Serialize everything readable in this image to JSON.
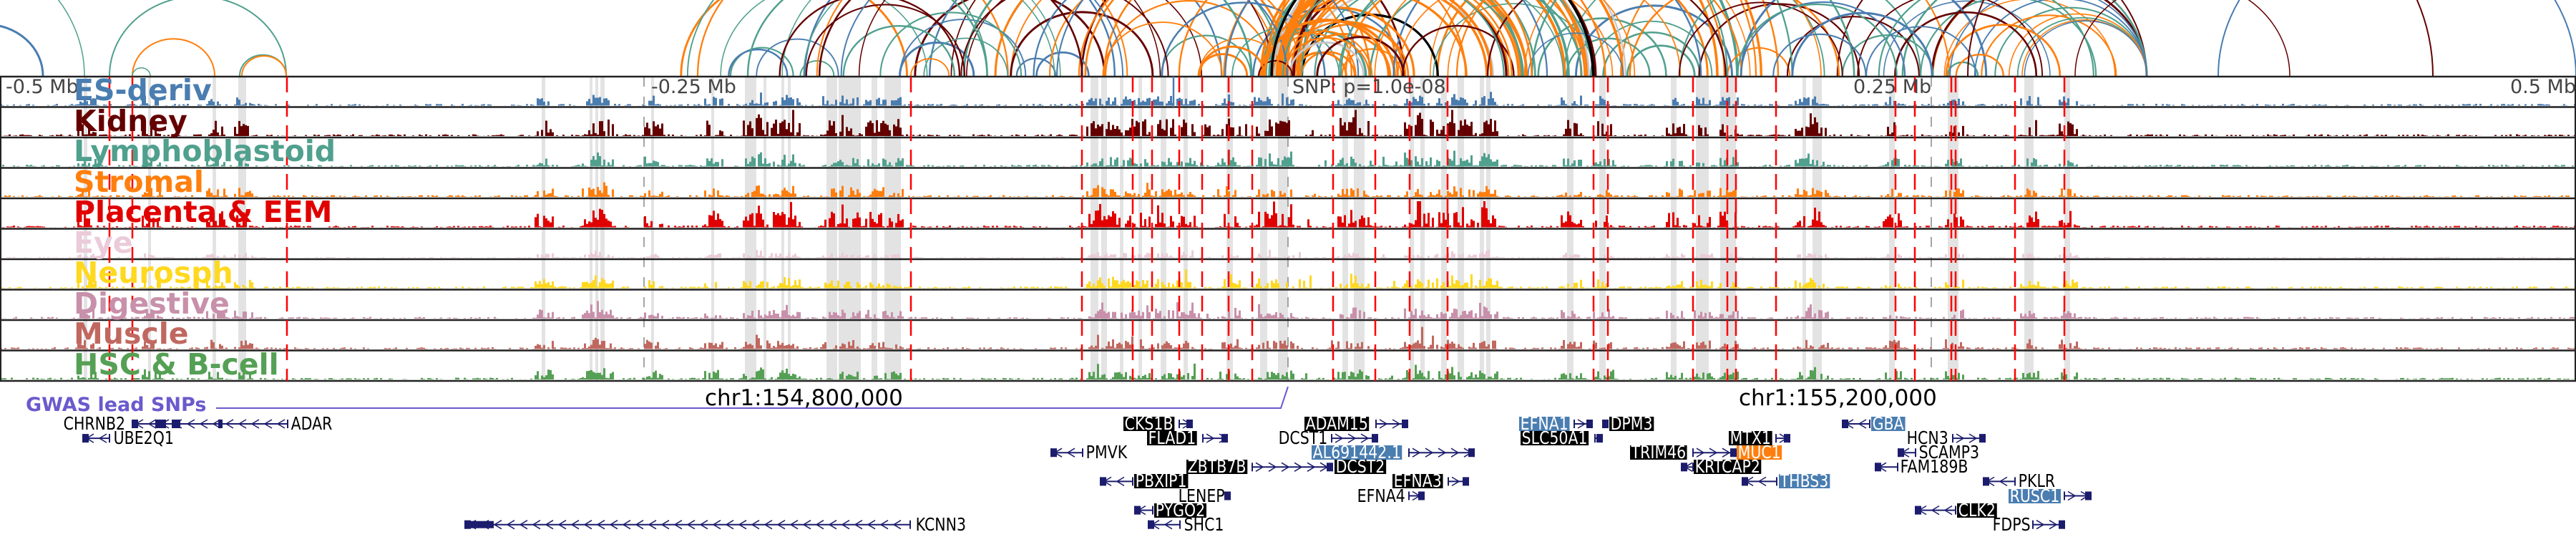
{
  "axis": {
    "left": "-0.5 Mb",
    "left_mid": "-0.25 Mb",
    "snp": "SNP: p=1.0e-08",
    "right_mid": "0.25 Mb",
    "right": "0.5 Mb"
  },
  "tracks": [
    {
      "label": "ES-deriv",
      "color": "#4a7db0"
    },
    {
      "label": "Kidney",
      "color": "#640000"
    },
    {
      "label": "Lymphoblastoid",
      "color": "#50a08e"
    },
    {
      "label": "Stromal",
      "color": "#ff7f0e"
    },
    {
      "label": "Placenta & EEM",
      "color": "#e00000"
    },
    {
      "label": "Eye",
      "color": "#ebcbd9"
    },
    {
      "label": "Neurosph",
      "color": "#ffd820"
    },
    {
      "label": "Digestive",
      "color": "#c890aa"
    },
    {
      "label": "Muscle",
      "color": "#c06860"
    },
    {
      "label": "HSC & B-cell",
      "color": "#55a055"
    }
  ],
  "gwas": {
    "label": "GWAS lead SNPs",
    "color": "#6a5acd"
  },
  "chr_labels": [
    "chr1:154,800,000",
    "chr1:155,200,000"
  ],
  "genes": [
    {
      "name": "CHRNB2",
      "style": "plain"
    },
    {
      "name": "ADAR",
      "style": "plain"
    },
    {
      "name": "UBE2Q1",
      "style": "plain"
    },
    {
      "name": "KCNN3",
      "style": "plain"
    },
    {
      "name": "CKS1B",
      "style": "black"
    },
    {
      "name": "FLAD1",
      "style": "black"
    },
    {
      "name": "PMVK",
      "style": "plain"
    },
    {
      "name": "ZBTB7B",
      "style": "black"
    },
    {
      "name": "DCST2",
      "style": "black"
    },
    {
      "name": "PBXIP1",
      "style": "black"
    },
    {
      "name": "LENEP",
      "style": "plain"
    },
    {
      "name": "PYGO2",
      "style": "black"
    },
    {
      "name": "SHC1",
      "style": "plain"
    },
    {
      "name": "ADAM15",
      "style": "black"
    },
    {
      "name": "DCST1",
      "style": "plain"
    },
    {
      "name": "AL691442.1",
      "style": "blue"
    },
    {
      "name": "EFNA3",
      "style": "black"
    },
    {
      "name": "EFNA4",
      "style": "plain"
    },
    {
      "name": "EFNA1",
      "style": "blue"
    },
    {
      "name": "DPM3",
      "style": "black"
    },
    {
      "name": "SLC50A1",
      "style": "black"
    },
    {
      "name": "MTX1",
      "style": "black"
    },
    {
      "name": "TRIM46",
      "style": "black"
    },
    {
      "name": "MUC1",
      "style": "orange"
    },
    {
      "name": "KRTCAP2",
      "style": "black"
    },
    {
      "name": "THBS3",
      "style": "blue"
    },
    {
      "name": "GBA",
      "style": "blue"
    },
    {
      "name": "HCN3",
      "style": "plain"
    },
    {
      "name": "SCAMP3",
      "style": "plain"
    },
    {
      "name": "FAM189B",
      "style": "plain"
    },
    {
      "name": "PKLR",
      "style": "plain"
    },
    {
      "name": "RUSC1",
      "style": "blue"
    },
    {
      "name": "CLK2",
      "style": "black"
    },
    {
      "name": "FDPS",
      "style": "plain"
    }
  ]
}
